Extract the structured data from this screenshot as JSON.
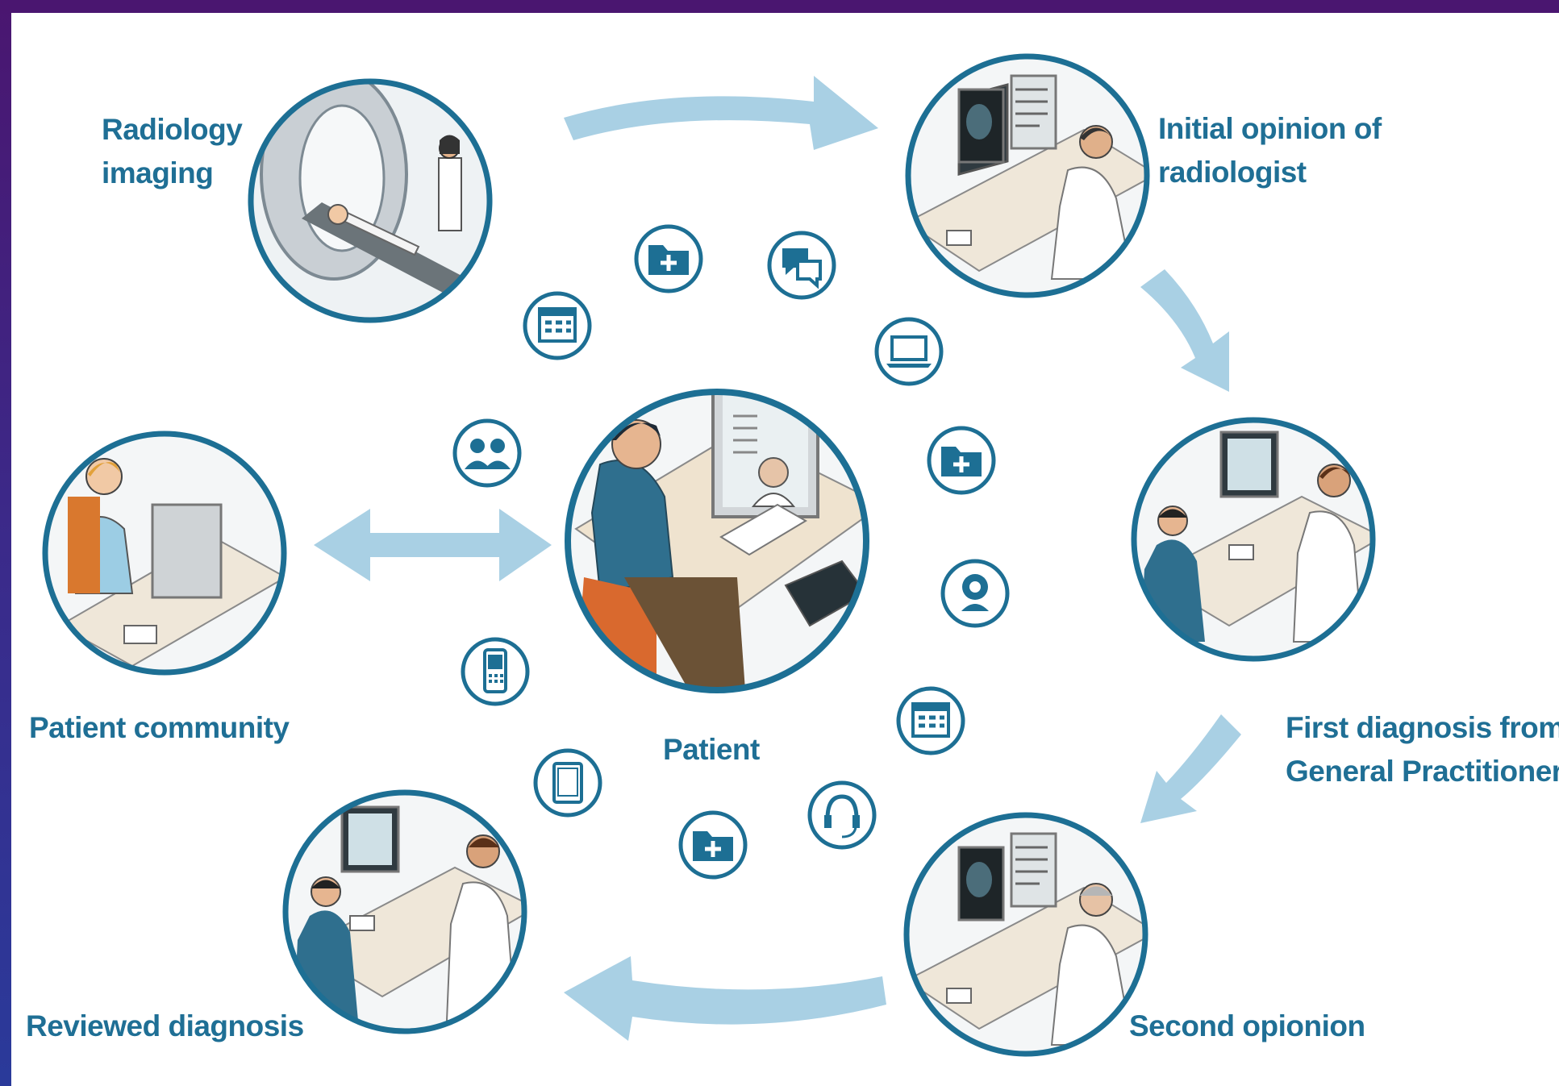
{
  "labels": {
    "radiology": [
      "Radiology",
      "imaging"
    ],
    "initial": [
      "Initial opinion of",
      "radiologist"
    ],
    "first": [
      "First diagnosis from",
      "General Practitioner"
    ],
    "second": "Second opionion",
    "reviewed": "Reviewed diagnosis",
    "community": "Patient community",
    "patient": "Patient"
  },
  "colors": {
    "ring": "#1d6f94",
    "arrow": "#a9d0e4",
    "label": "#1f6f95",
    "icon": "#1d6f94"
  },
  "icons": [
    "calendar-icon",
    "folder-plus-icon",
    "chat-icon",
    "laptop-icon",
    "users-icon",
    "folder-plus-icon",
    "webcam-icon",
    "mobile-phone-icon",
    "calendar-icon",
    "tablet-icon",
    "headset-icon",
    "folder-plus-icon"
  ]
}
